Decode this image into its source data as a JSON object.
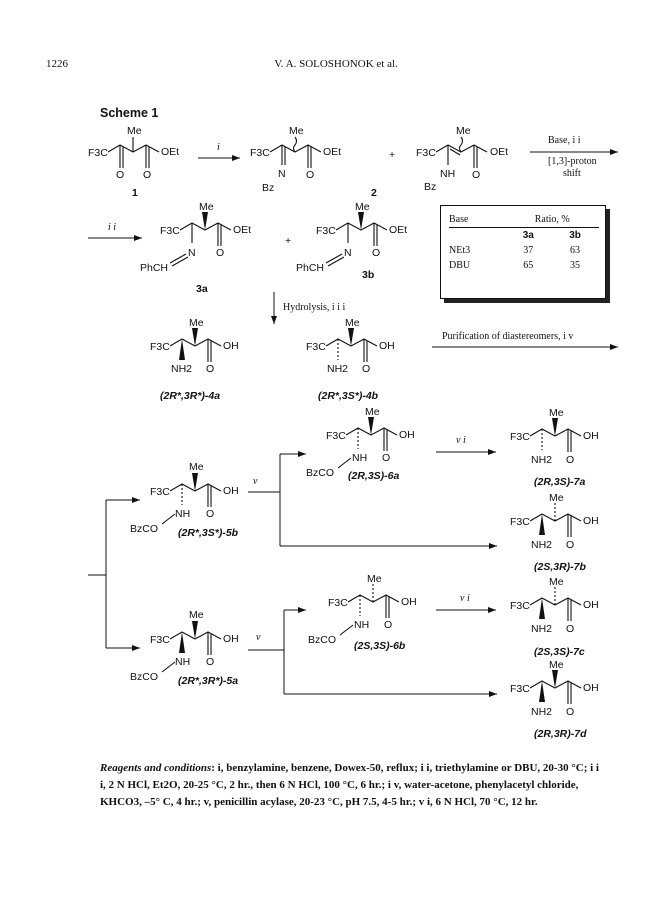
{
  "header": {
    "page_number": "1226",
    "running_head": "V. A. SOLOSHONOK et al."
  },
  "scheme": {
    "title": "Scheme 1",
    "labels": {
      "c1": "1",
      "c2": "2",
      "c3a": "3a",
      "c3b": "3b",
      "c4a": "(2R*,3R*)-4a",
      "c4b": "(2R*,3S*)-4b",
      "c5b": "(2R*,3S*)-5b",
      "c5a": "(2R*,3R*)-5a",
      "c6a": "(2R,3S)-6a",
      "c6b": "(2S,3S)-6b",
      "c7a": "(2R,3S)-7a",
      "c7b": "(2S,3R)-7b",
      "c7c": "(2S,3S)-7c",
      "c7d": "(2R,3R)-7d"
    },
    "arrows": {
      "i": "i",
      "base_ii": "Base, i i",
      "shift1": "[1,3]-proton",
      "shift2": "shift",
      "ii": "i i",
      "hydrolysis": "Hydrolysis, i i i",
      "purification": "Purification of diastereomers, i v",
      "v": "v",
      "vi": "v i"
    },
    "groups": {
      "me": "Me",
      "oet": "OEt",
      "oh": "OH",
      "f3c": "F3C",
      "bz": "Bz",
      "nh": "NH",
      "n": "N",
      "o": "O",
      "nh2": "NH2",
      "bzco": "BzCO",
      "phch": "PhCH",
      "plus": "+"
    }
  },
  "ratio_table": {
    "headers": [
      "Base",
      "Ratio, %"
    ],
    "sub_headers": [
      "",
      "3a",
      "3b"
    ],
    "rows": [
      [
        "NEt3",
        "37",
        "63"
      ],
      [
        "DBU",
        "65",
        "35"
      ]
    ]
  },
  "conditions": {
    "title": "Reagents and conditions",
    "body": ": i, benzylamine, benzene, Dowex-50, reflux; i i, triethylamine or DBU, 20-30 °C; i i i, 2 N HCl, Et2O, 20-25 °C, 2 hr., then 6 N HCl, 100 °C, 6 hr.; i v, water-acetone, phenylacetyl chloride, KHCO3, –5° C, 4 hr.; v, penicillin acylase, 20-23 °C, pH 7.5, 4-5 hr.; v i, 6 N HCl, 70 °C, 12 hr."
  }
}
